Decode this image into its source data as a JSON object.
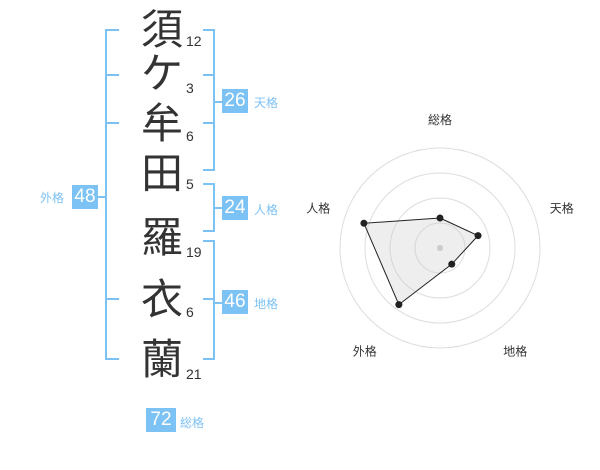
{
  "name": {
    "chars": [
      {
        "char": "須",
        "strokes": "12"
      },
      {
        "char": "ケ",
        "strokes": "3"
      },
      {
        "char": "牟",
        "strokes": "6"
      },
      {
        "char": "田",
        "strokes": "5"
      },
      {
        "char": "羅",
        "strokes": "19"
      },
      {
        "char": "衣",
        "strokes": "6"
      },
      {
        "char": "蘭",
        "strokes": "21"
      }
    ]
  },
  "kaku": {
    "tenkaku": {
      "value": "26",
      "label": "天格"
    },
    "jinkaku": {
      "value": "24",
      "label": "人格"
    },
    "chikaku": {
      "value": "46",
      "label": "地格"
    },
    "gaikaku": {
      "value": "48",
      "label": "外格"
    },
    "soukaku": {
      "value": "72",
      "label": "総格"
    }
  },
  "radar": {
    "axes": [
      "総格",
      "天格",
      "地格",
      "外格",
      "人格"
    ],
    "values": [
      1.5,
      2.0,
      1.0,
      3.5,
      4.0
    ],
    "max": 5,
    "rings": 4
  },
  "colors": {
    "accent": "#7dc2f4",
    "text": "#333333",
    "grid": "#dddddd"
  }
}
